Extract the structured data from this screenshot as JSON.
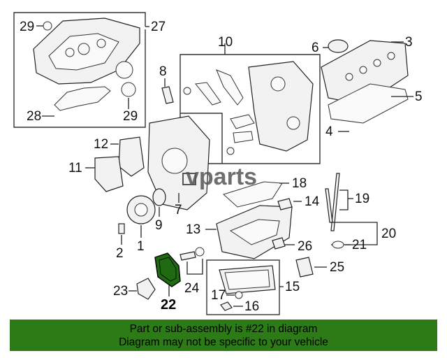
{
  "callouts": {
    "c1": "1",
    "c2": "2",
    "c3": "3",
    "c4": "4",
    "c5": "5",
    "c6": "6",
    "c7": "7",
    "c8": "8",
    "c9": "9",
    "c10": "10",
    "c11": "11",
    "c12": "12",
    "c13": "13",
    "c14": "14",
    "c15": "15",
    "c16": "16",
    "c17": "17",
    "c18": "18",
    "c19": "19",
    "c20": "20",
    "c21": "21",
    "c22": "22",
    "c23": "23",
    "c24": "24",
    "c25": "25",
    "c26": "26",
    "c27": "27",
    "c28": "28",
    "c29a": "29",
    "c29b": "29"
  },
  "watermark": "vparts",
  "highlight_part": "22",
  "highlight_color": "#1f6b12",
  "banner": {
    "line1": "Part or sub-assembly is #22 in diagram",
    "line2": "Diagram may not be specific to your vehicle",
    "color": "#2c7b16"
  }
}
